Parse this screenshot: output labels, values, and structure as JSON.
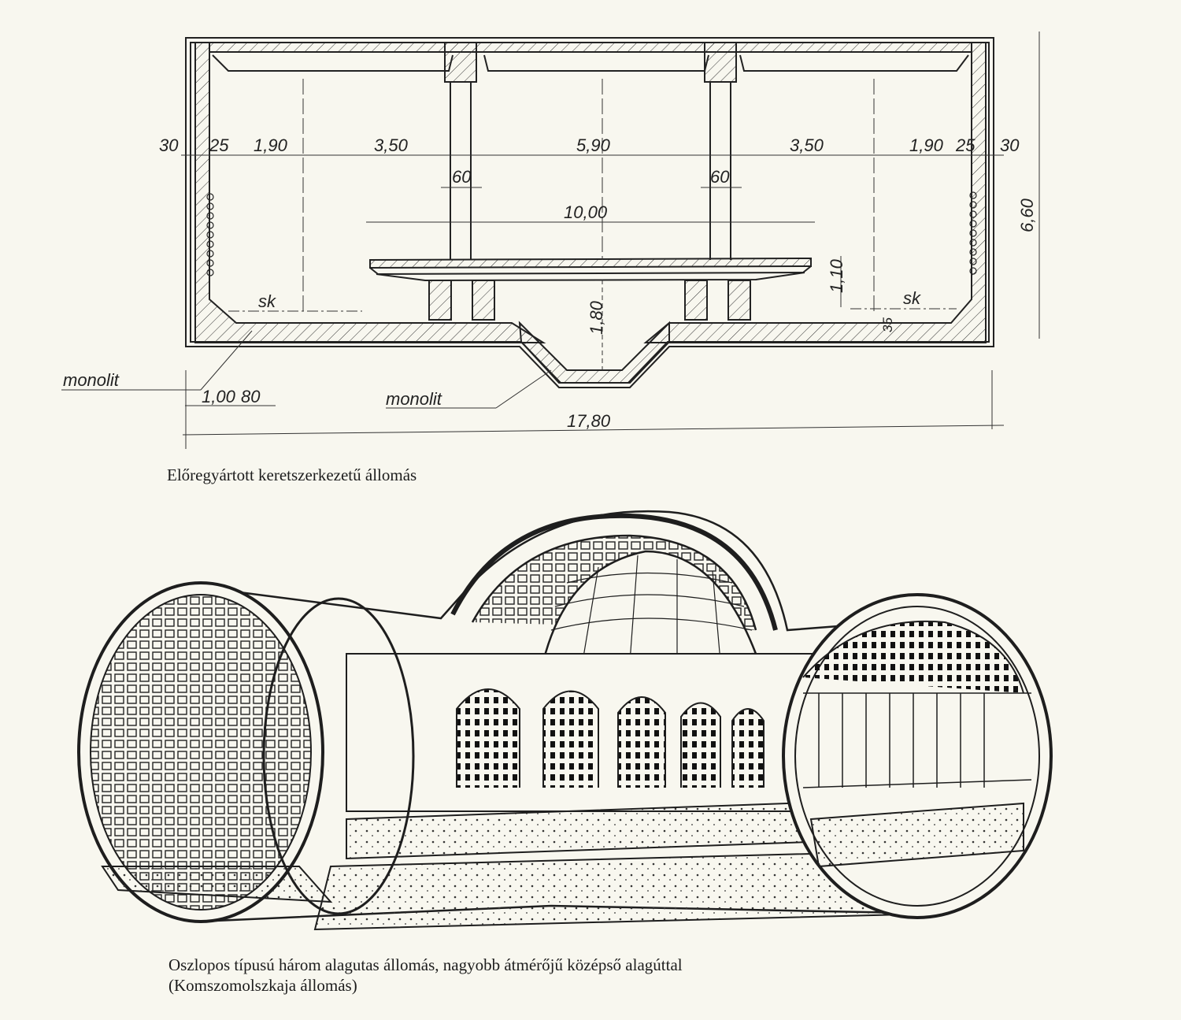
{
  "figure1": {
    "dimensions": {
      "top_row": [
        "30",
        "25",
        "1,90",
        "3,50",
        "5,90",
        "3,50",
        "1,90",
        "25",
        "30"
      ],
      "column_width_left": "60",
      "column_width_right": "60",
      "platform_width": "10,00",
      "height_total": "6,60",
      "platform_height": "1,10",
      "trench_depth": "1,80",
      "floor_thickness": "35",
      "bottom_left_1": "1,00",
      "bottom_left_2": "80",
      "total_width": "17,80"
    },
    "labels": {
      "sk_left": "sk",
      "sk_right": "sk",
      "monolit_left": "monolit",
      "monolit_center": "monolit"
    },
    "caption": "Előregyártott keretszerkezetű állomás"
  },
  "figure2": {
    "caption_line1": "Oszlopos típusú három  alagutas állomás, nagyobb átmérőjű középső alagúttal",
    "caption_line2": "(Komszomolszkaja állomás)"
  },
  "colors": {
    "paper": "#f8f7ef",
    "ink": "#1e1e1e"
  }
}
